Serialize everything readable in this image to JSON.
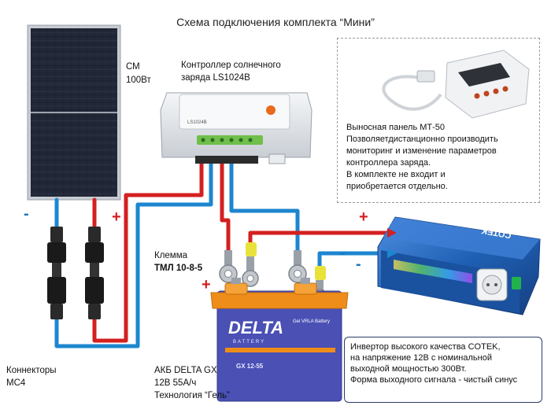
{
  "title": "Схема подключения комплекта  “Мини”",
  "panel": {
    "model": "СМ",
    "power": "100Вт"
  },
  "controller": {
    "label_line1": "Контроллер солнечного",
    "label_line2": "заряда LS1024B",
    "device_text": "LS1024B"
  },
  "remote": {
    "lines": [
      "Выносная панель МТ-50",
      "Позволяетдистанционно производить",
      "мониторинг и изменение параметров",
      "контроллера заряда.",
      "В комплекте не входит и",
      "приобретается отдельно."
    ]
  },
  "terminal": {
    "line1": "Клемма",
    "line2": "ТМЛ 10-8-5"
  },
  "connectors": {
    "line1": "Коннекторы",
    "line2": "МС4"
  },
  "battery": {
    "line1": "АКБ DELTA GX",
    "line2": "12В  55А/ч",
    "line3": "Технология “Гель”",
    "brand": "DELTA",
    "sub_brand": "BATTERY",
    "type_text": "Gel VRLA Battery"
  },
  "inverter": {
    "brand": "COTEK",
    "lines": [
      "Инвертор высокого качества COTEK,",
      "на напряжение 12В с номинальной",
      "выходной мощностью 300Вт.",
      "Форма выходного сигнала - чистый синус"
    ]
  },
  "signs": {
    "plus": "+",
    "minus": "-"
  },
  "colors": {
    "positive_wire": "#d42020",
    "negative_wire": "#1d86cf",
    "battery_body": "#4a50b4",
    "battery_lid": "#ef8d1a",
    "inverter_body": "#1f60b4",
    "panel_cell": "#1b1f2b"
  }
}
